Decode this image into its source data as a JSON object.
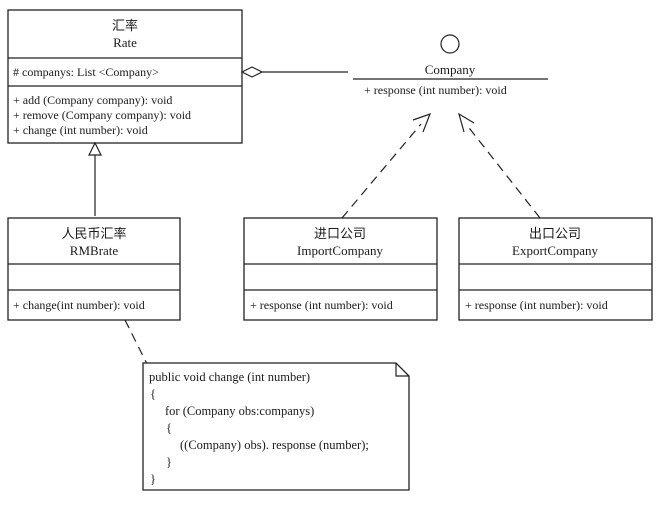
{
  "rate": {
    "name_cn": "汇率",
    "name_en": "Rate",
    "attribute": "# companys: List <Company>",
    "methods": [
      "+ add (Company company): void",
      "+ remove (Company company): void",
      "+ change (int number): void"
    ]
  },
  "company": {
    "name": "Company",
    "method": "+ response (int number): void"
  },
  "rmbrate": {
    "name_cn": "人民币汇率",
    "name_en": "RMBrate",
    "method": "+ change(int number): void"
  },
  "import_company": {
    "name_cn": "进口公司",
    "name_en": "ImportCompany",
    "method": "+ response (int number): void"
  },
  "export_company": {
    "name_cn": "出口公司",
    "name_en": "ExportCompany",
    "method": "+ response (int number): void"
  },
  "note": {
    "lines": [
      "public void change (int number)",
      "{",
      "for (Company obs:companys)",
      "{",
      "((Company) obs). response (number);",
      "}",
      "}"
    ]
  }
}
